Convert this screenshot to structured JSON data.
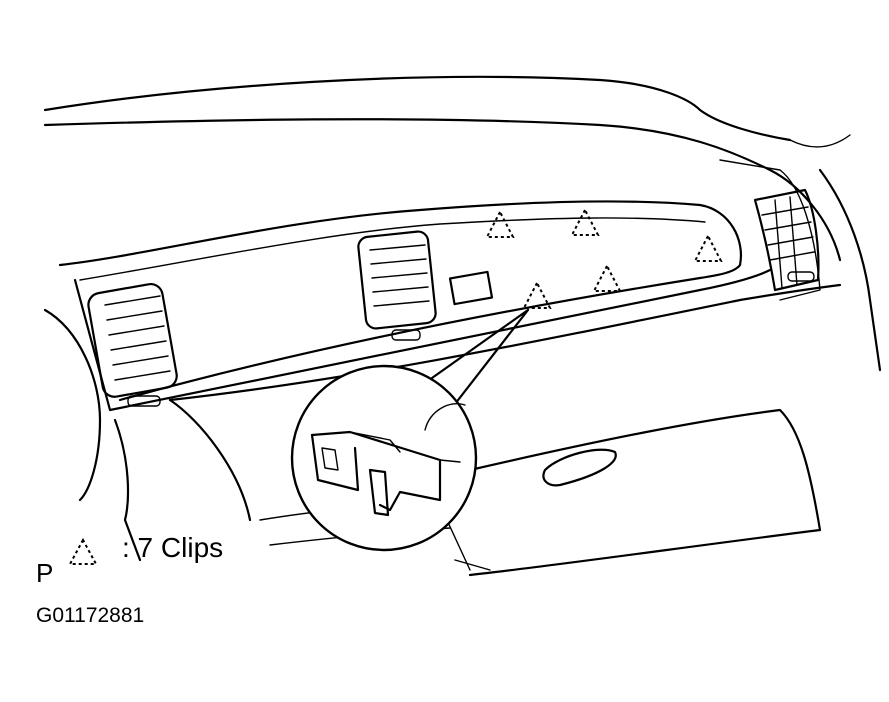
{
  "legend": {
    "prefix": "P",
    "symbol": "dashed-triangle-icon",
    "text": ": 7 Clips"
  },
  "figure_id": "G01172881",
  "clips": {
    "count": 7
  }
}
